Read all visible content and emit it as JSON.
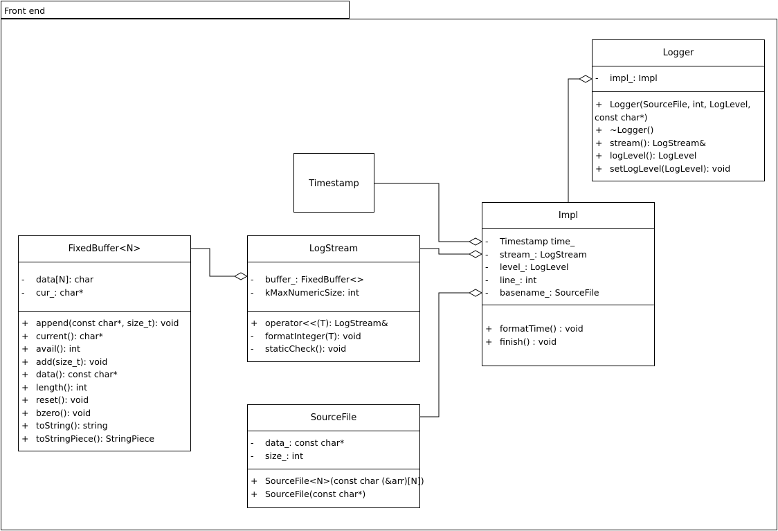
{
  "package": {
    "label": "Front end"
  },
  "classes": {
    "logger": {
      "name": "Logger",
      "attributes": [
        {
          "vis": "-",
          "text": "impl_: Impl"
        }
      ],
      "operations": [
        {
          "vis": "+",
          "text": "Logger(SourceFile, int, LogLevel,"
        },
        {
          "vis": "",
          "text": "const char*)"
        },
        {
          "vis": "+",
          "text": "~Logger()"
        },
        {
          "vis": "+",
          "text": "stream(): LogStream&"
        },
        {
          "vis": "+",
          "text": "logLevel(): LogLevel"
        },
        {
          "vis": "+",
          "text": "setLogLevel(LogLevel): void"
        }
      ]
    },
    "timestamp": {
      "name": "Timestamp"
    },
    "impl": {
      "name": "Impl",
      "attributes": [
        {
          "vis": "-",
          "text": "Timestamp time_"
        },
        {
          "vis": "-",
          "text": "stream_: LogStream"
        },
        {
          "vis": "-",
          "text": "level_: LogLevel"
        },
        {
          "vis": "-",
          "text": "line_: int"
        },
        {
          "vis": "-",
          "text": "basename_: SourceFile"
        }
      ],
      "operations": [
        {
          "vis": "+",
          "text": "formatTime() : void"
        },
        {
          "vis": "+",
          "text": "finish() : void"
        }
      ]
    },
    "fixedbuffer": {
      "name": "FixedBuffer<N>",
      "attributes": [
        {
          "vis": "-",
          "text": "data[N]: char"
        },
        {
          "vis": "-",
          "text": "cur_: char*"
        }
      ],
      "operations": [
        {
          "vis": "+",
          "text": "append(const char*, size_t): void"
        },
        {
          "vis": "+",
          "text": "current(): char*"
        },
        {
          "vis": "+",
          "text": "avail(): int"
        },
        {
          "vis": "+",
          "text": "add(size_t): void"
        },
        {
          "vis": "+",
          "text": "data(): const char*"
        },
        {
          "vis": "+",
          "text": "length(): int"
        },
        {
          "vis": "+",
          "text": "reset(): void"
        },
        {
          "vis": "+",
          "text": "bzero(): void"
        },
        {
          "vis": "+",
          "text": "toString(): string"
        },
        {
          "vis": "+",
          "text": "toStringPiece(): StringPiece"
        }
      ]
    },
    "logstream": {
      "name": "LogStream",
      "attributes": [
        {
          "vis": "-",
          "text": "buffer_: FixedBuffer<>"
        },
        {
          "vis": "-",
          "text": "kMaxNumericSize: int"
        }
      ],
      "operations": [
        {
          "vis": "+",
          "text": "operator<<(T): LogStream&"
        },
        {
          "vis": "-",
          "text": "formatInteger(T): void"
        },
        {
          "vis": "-",
          "text": "staticCheck(): void"
        }
      ]
    },
    "sourcefile": {
      "name": "SourceFile",
      "attributes": [
        {
          "vis": "-",
          "text": "data_: const char*"
        },
        {
          "vis": "-",
          "text": "size_: int"
        }
      ],
      "operations": [
        {
          "vis": "+",
          "text": "SourceFile<N>(const char (&arr)[N])"
        },
        {
          "vis": "+",
          "text": "SourceFile(const char*)"
        }
      ]
    }
  },
  "relations": [
    {
      "from": "Logger",
      "to": "Impl",
      "kind": "aggregation"
    },
    {
      "from": "Impl",
      "to": "Timestamp",
      "kind": "aggregation"
    },
    {
      "from": "Impl",
      "to": "LogStream",
      "kind": "aggregation"
    },
    {
      "from": "Impl",
      "to": "SourceFile",
      "kind": "aggregation"
    },
    {
      "from": "LogStream",
      "to": "FixedBuffer<N>",
      "kind": "aggregation"
    }
  ]
}
